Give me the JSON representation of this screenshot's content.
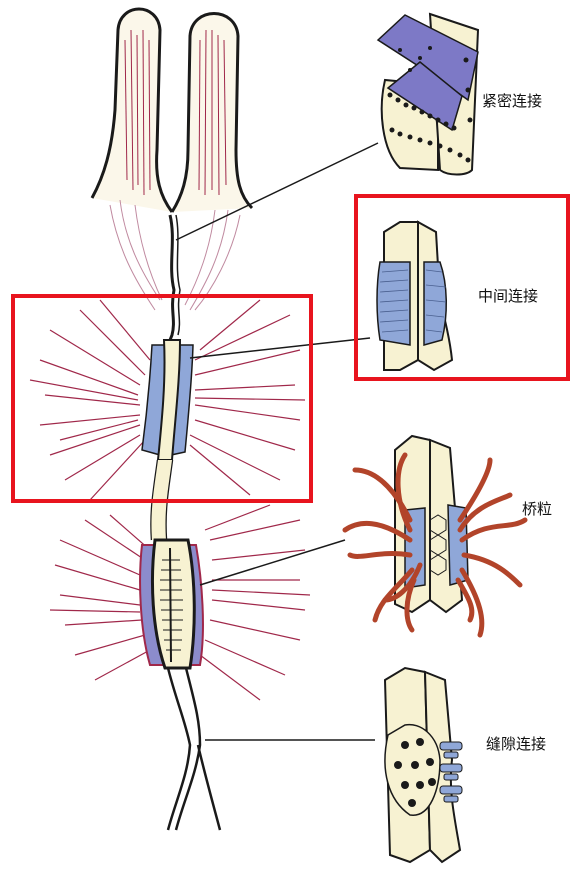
{
  "labels": {
    "tight_junction": "紧密连接",
    "intermediate_junction": "中间连接",
    "desmosome": "桥粒",
    "gap_junction": "缝隙连接"
  },
  "colors": {
    "highlight": "#e8141e",
    "membrane": "#f7f2d2",
    "outline": "#1a1a1a",
    "blue_plaque": "#8fa7d8",
    "purple_plaque": "#8c8ccc",
    "filament": "#a0284a",
    "desmosome_fiber": "#b2442a",
    "tight_sheet": "#7d79c6"
  }
}
